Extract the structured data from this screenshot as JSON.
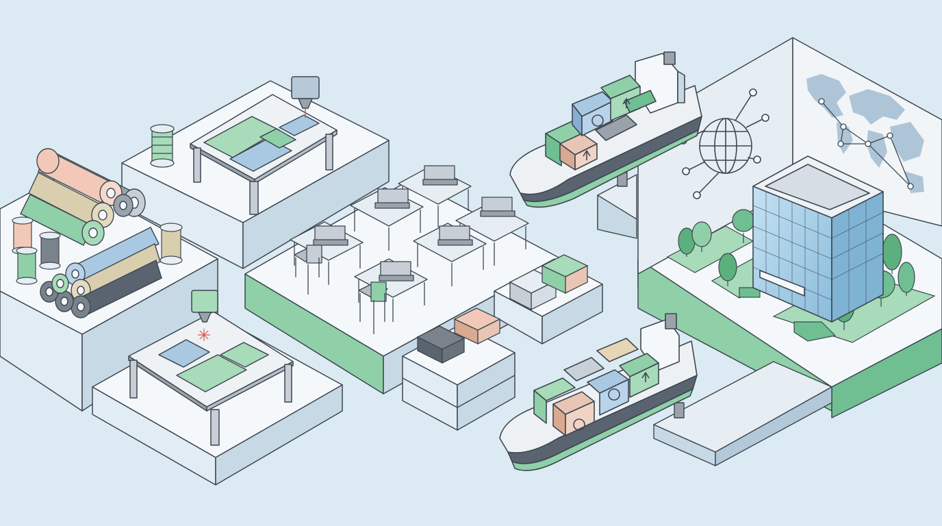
{
  "scene": {
    "palette": {
      "background": "#dcebf3",
      "platform_top": "#f5f8fb",
      "platform_left": "#e2ecf4",
      "platform_right": "#c8d9e6",
      "accent_green": "#8fd0a8",
      "accent_green_dark": "#5bb07e",
      "accent_blue": "#a9c9e2",
      "outline": "#3d4650",
      "metal": "#c7ced6",
      "glass": "#9ccbe6",
      "ship_hull": "#eef1f4"
    },
    "areas": [
      {
        "name": "fabric-storage",
        "icon": "fabric-roll-icon"
      },
      {
        "name": "cutting-tables",
        "icon": "cutting-machine-icon"
      },
      {
        "name": "sewing-floor",
        "icon": "sewing-machine-icon"
      },
      {
        "name": "folded-garments",
        "icon": "folded-shirt-icon"
      },
      {
        "name": "shipping",
        "icon": "cargo-ship-icon"
      },
      {
        "name": "headquarters",
        "icon": "office-building-icon"
      },
      {
        "name": "global-network",
        "icon": "globe-network-icon"
      },
      {
        "name": "world-map",
        "icon": "world-map-icon"
      }
    ]
  }
}
